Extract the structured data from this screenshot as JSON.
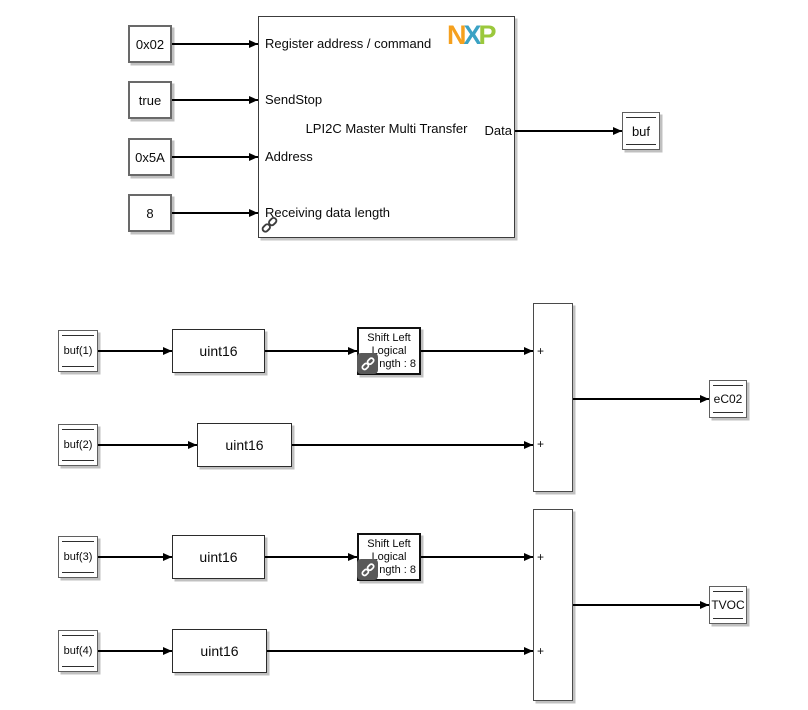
{
  "main_block": {
    "title": "LPI2C Master Multi Transfer",
    "inputs": [
      "Register address / command",
      "SendStop",
      "Address",
      "Receiving data length"
    ],
    "output": "Data"
  },
  "logo": {
    "letters": [
      {
        "char": "N"
      },
      {
        "char": "X"
      },
      {
        "char": "P"
      }
    ]
  },
  "constants": [
    "0x02",
    "true",
    "0x5A",
    "8"
  ],
  "store_blocks": {
    "output": "buf",
    "reads": [
      "buf(1)",
      "buf(2)",
      "buf(3)",
      "buf(4)"
    ],
    "results": [
      "eC02",
      "TVOC"
    ]
  },
  "conversion_blocks": [
    "uint16",
    "uint16",
    "uint16",
    "uint16"
  ],
  "shift_blocks": [
    {
      "line1": "Shift Left",
      "line2": "Logical",
      "line3": "ngth : 8"
    },
    {
      "line1": "Shift Left",
      "line2": "Logical",
      "line3": "ngth : 8"
    }
  ],
  "sum_blocks": [
    {
      "op1": "+",
      "op2": "+"
    },
    {
      "op1": "+",
      "op2": "+"
    }
  ],
  "colors": {
    "nxp_orange": "#F5A01E",
    "nxp_blue": "#3BA2C4",
    "nxp_green": "#9BC83C",
    "badge_background": "#595959",
    "wire": "#000000",
    "background": "#ffffff"
  }
}
